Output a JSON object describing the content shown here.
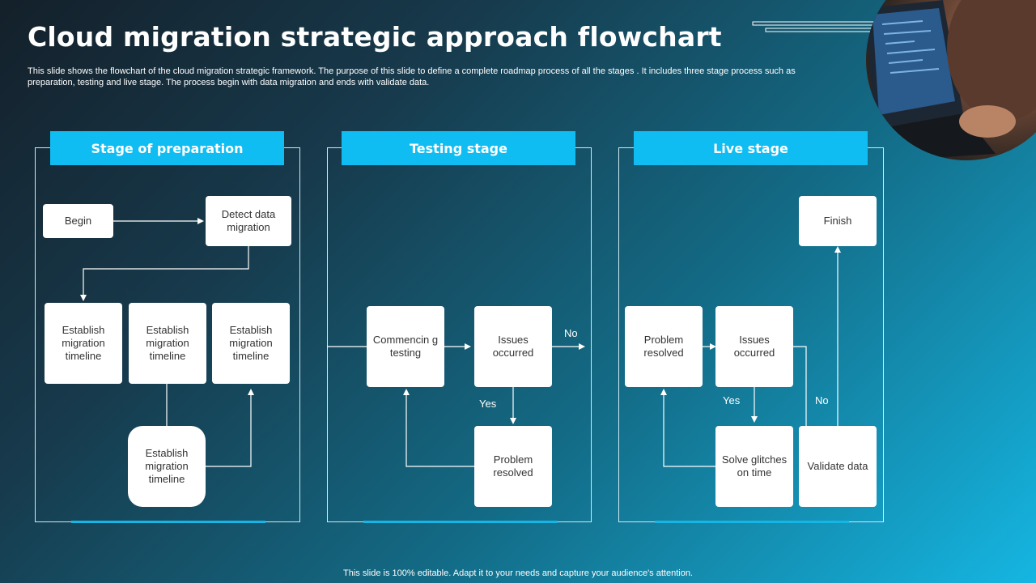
{
  "title": "Cloud migration strategic approach flowchart",
  "description": "This slide shows the flowchart of the cloud migration strategic framework. The purpose of this slide to define a complete roadmap process of all the stages . It includes three stage process such as preparation, testing and live stage. The process begin with data migration and ends with validate data.",
  "stages": {
    "preparation": {
      "header": "Stage of preparation",
      "begin": "Begin",
      "detect": "Detect data migration",
      "establish_1": "Establish migration timeline",
      "establish_2": "Establish migration timeline",
      "establish_3": "Establish migration timeline",
      "establish_4": "Establish migration timeline"
    },
    "testing": {
      "header": "Testing stage",
      "commencing": "Commencin g testing",
      "issues": "Issues occurred",
      "resolved": "Problem resolved",
      "no": "No",
      "yes": "Yes"
    },
    "live": {
      "header": "Live stage",
      "finish": "Finish",
      "resolved": "Problem resolved",
      "issues": "Issues occurred",
      "solve": "Solve glitches on time",
      "validate": "Validate data",
      "yes": "Yes",
      "no": "No"
    }
  },
  "footer": "This slide is 100% editable. Adapt it to your needs and capture your audience's attention.",
  "colors": {
    "accent": "#0fbdf2",
    "box": "#ffffff",
    "line": "#cfe9f2"
  }
}
